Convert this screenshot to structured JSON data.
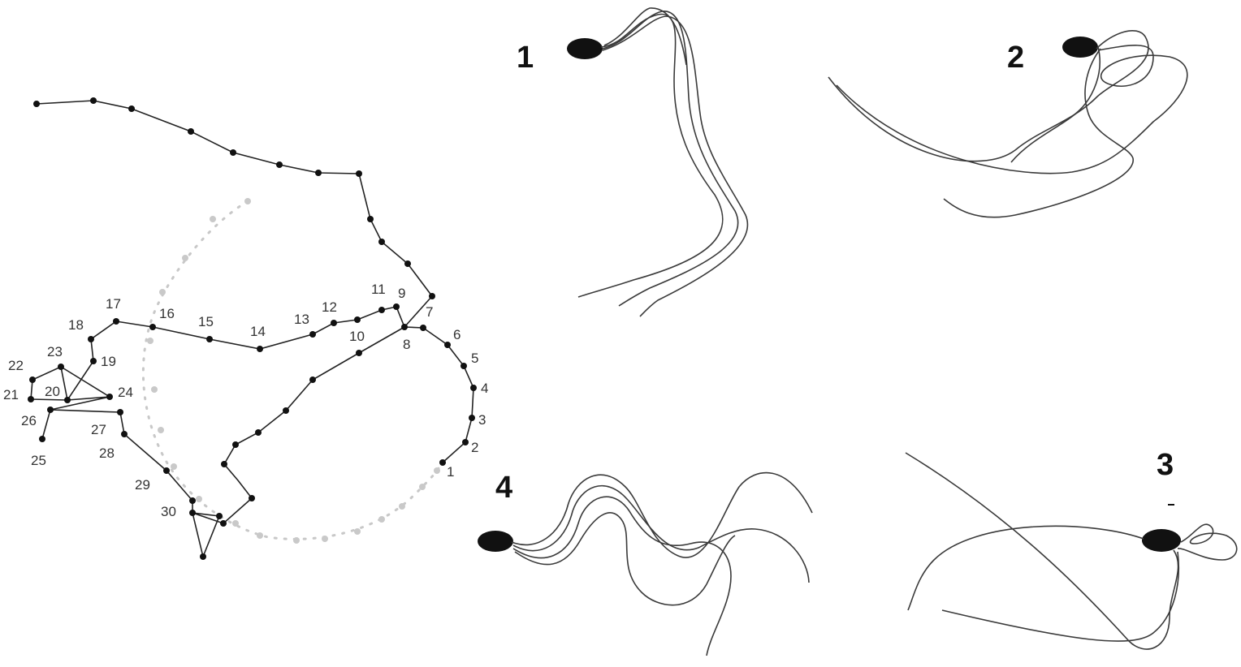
{
  "trajectory": {
    "point_labels": [
      "1",
      "2",
      "3",
      "4",
      "5",
      "6",
      "7",
      "8",
      "9",
      "10",
      "11",
      "12",
      "13",
      "14",
      "15",
      "16",
      "17",
      "18",
      "19",
      "20",
      "21",
      "22",
      "23",
      "24",
      "25",
      "26",
      "27",
      "28",
      "29",
      "30"
    ]
  },
  "panels": [
    {
      "number": "1",
      "description_icon": "sperm-head-icon"
    },
    {
      "number": "2",
      "description_icon": "sperm-head-icon"
    },
    {
      "number": "3",
      "description_icon": "sperm-head-icon"
    },
    {
      "number": "4",
      "description_icon": "sperm-head-icon"
    }
  ],
  "colors": {
    "trace": "#222222",
    "grey_trace": "#c8c8c8",
    "head": "#111111"
  }
}
